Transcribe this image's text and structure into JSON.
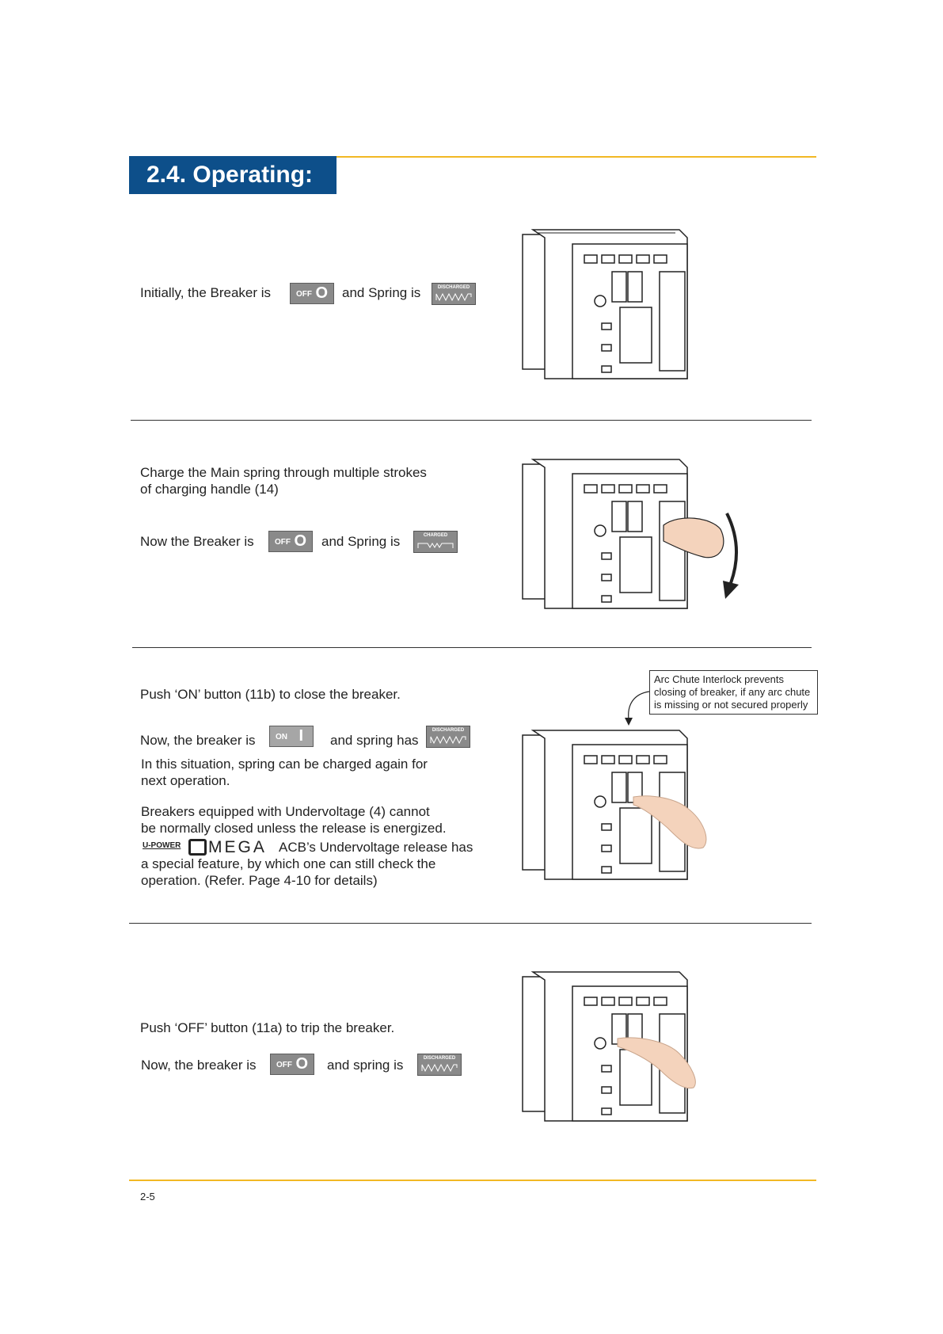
{
  "heading": "2.4. Operating:",
  "steps": [
    {
      "lines": [
        "Initially, the Breaker is",
        "and Spring is"
      ],
      "breaker_state": {
        "small": "OFF",
        "big": "O"
      },
      "spring_state": "DISCHARGED"
    },
    {
      "lines": [
        "Charge the Main spring through multiple strokes",
        "of charging handle (14)",
        "Now the Breaker is",
        "and Spring is"
      ],
      "breaker_state": {
        "small": "OFF",
        "big": "O"
      },
      "spring_state": "CHARGED"
    },
    {
      "lines": [
        "Push ‘ON’ button (11b) to close the breaker.",
        "Now, the breaker is",
        "and spring has",
        "In this situation, spring can be charged again for",
        "next operation.",
        "Breakers equipped with Undervoltage (4) cannot",
        "be normally closed unless the release is energized.",
        "ACB’s Undervoltage release has",
        "a special feature, by which one can still check the",
        "operation. (Refer. Page 4-10 for details)"
      ],
      "breaker_state": {
        "small": "ON",
        "big": "I"
      },
      "spring_state": "DISCHARGED",
      "callout": [
        "Arc Chute Interlock prevents",
        "closing of breaker, if any arc chute",
        "is missing or not secured properly"
      ],
      "logo": {
        "brand_small": "U-POWER",
        "brand_big": "MEGA"
      }
    },
    {
      "lines": [
        "Push ‘OFF’ button (11a) to trip the breaker.",
        "Now, the breaker is",
        "and spring is"
      ],
      "breaker_state": {
        "small": "OFF",
        "big": "O"
      },
      "spring_state": "DISCHARGED"
    }
  ],
  "page_number": "2-5",
  "colors": {
    "heading_bg": "#0d4f8a",
    "accent_rule": "#f2b824",
    "badge_grey": "#8a8a8a"
  }
}
